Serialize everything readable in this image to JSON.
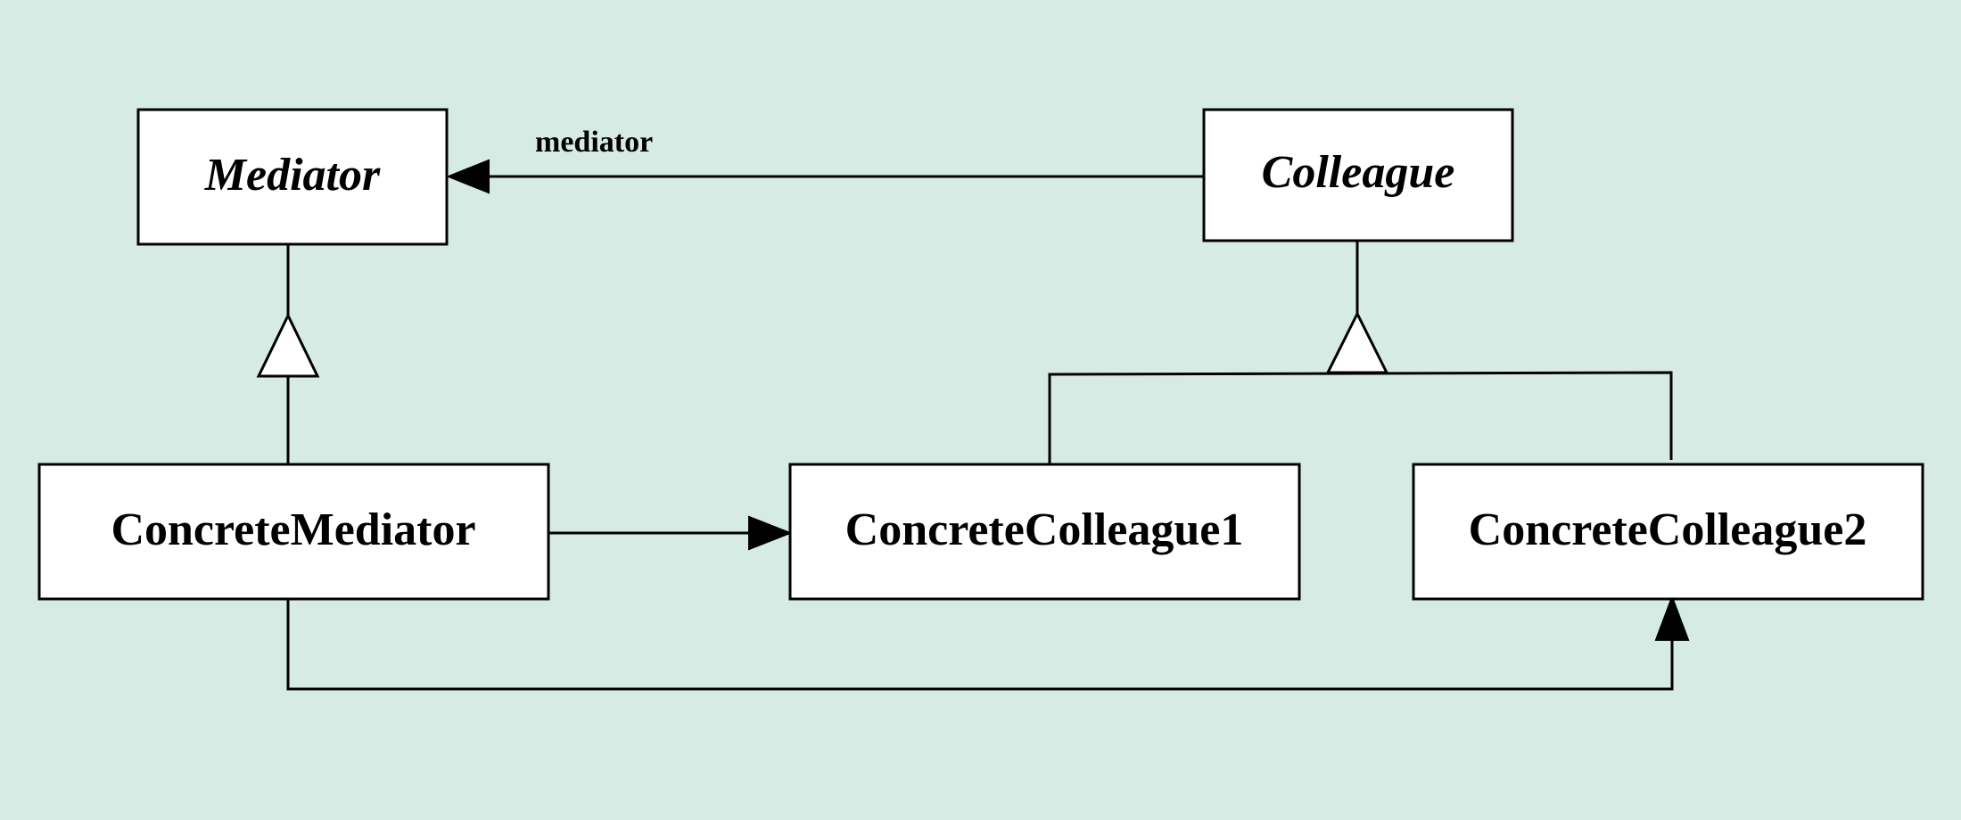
{
  "diagram": {
    "type": "uml-class-diagram",
    "classes": {
      "mediator": {
        "name": "Mediator",
        "abstract": true
      },
      "colleague": {
        "name": "Colleague",
        "abstract": true
      },
      "concrete_mediator": {
        "name": "ConcreteMediator",
        "abstract": false
      },
      "concrete_colleague1": {
        "name": "ConcreteColleague1",
        "abstract": false
      },
      "concrete_colleague2": {
        "name": "ConcreteColleague2",
        "abstract": false
      }
    },
    "relationships": [
      {
        "kind": "association",
        "from": "Colleague",
        "to": "Mediator",
        "label": "mediator"
      },
      {
        "kind": "generalization",
        "from": "ConcreteMediator",
        "to": "Mediator"
      },
      {
        "kind": "generalization",
        "from": "ConcreteColleague1",
        "to": "Colleague"
      },
      {
        "kind": "generalization",
        "from": "ConcreteColleague2",
        "to": "Colleague"
      },
      {
        "kind": "association",
        "from": "ConcreteMediator",
        "to": "ConcreteColleague1"
      },
      {
        "kind": "association",
        "from": "ConcreteMediator",
        "to": "ConcreteColleague2"
      }
    ],
    "association_label": "mediator"
  },
  "colors": {
    "background": "#d6ebe4",
    "box_fill": "#ffffff",
    "stroke": "#000000"
  }
}
